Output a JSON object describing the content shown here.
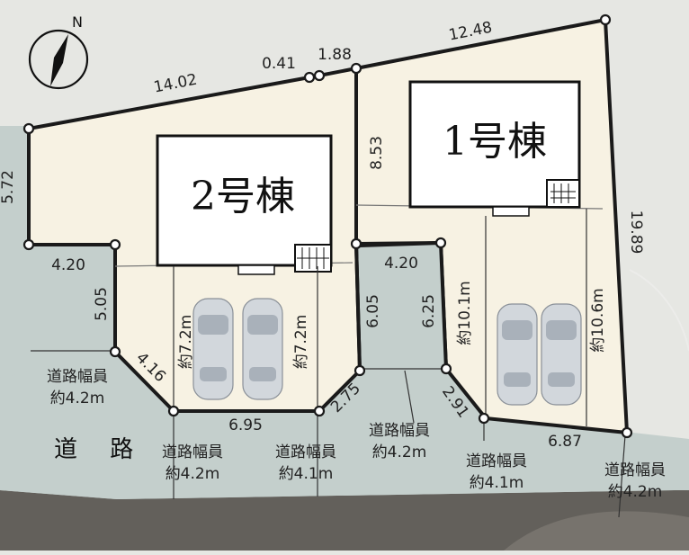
{
  "compass": {
    "label": "N"
  },
  "buildings": [
    {
      "id": "1",
      "label": "1号棟"
    },
    {
      "id": "2",
      "label": "2号棟"
    }
  ],
  "road": {
    "label": "道 路"
  },
  "dimensions": [
    {
      "id": "left-side",
      "text": "5.72"
    },
    {
      "id": "top-left",
      "text": "14.02"
    },
    {
      "id": "top-small-1",
      "text": "0.41"
    },
    {
      "id": "top-small-2",
      "text": "1.88"
    },
    {
      "id": "top-right",
      "text": "12.48"
    },
    {
      "id": "right-side",
      "text": "19.89"
    },
    {
      "id": "center-depth",
      "text": "8.53"
    },
    {
      "id": "lot2-flag-width",
      "text": "4.20"
    },
    {
      "id": "lot2-flag-depth",
      "text": "5.05"
    },
    {
      "id": "lot2-corner",
      "text": "4.16"
    },
    {
      "id": "lot2-frontage",
      "text": "6.95"
    },
    {
      "id": "lot2-chamfer",
      "text": "2.75"
    },
    {
      "id": "lot1-flag-width",
      "text": "4.20"
    },
    {
      "id": "lot1-flag-left",
      "text": "6.05"
    },
    {
      "id": "lot1-flag-right",
      "text": "6.25"
    },
    {
      "id": "lot1-chamfer",
      "text": "2.91"
    },
    {
      "id": "lot1-frontage",
      "text": "6.87"
    }
  ],
  "depth_notes": [
    {
      "id": "lot2-depth-a",
      "text": "約7.2m"
    },
    {
      "id": "lot2-depth-b",
      "text": "約7.2m"
    },
    {
      "id": "lot1-depth-a",
      "text": "約10.1m"
    },
    {
      "id": "lot1-depth-b",
      "text": "約10.6m"
    }
  ],
  "road_widths": [
    {
      "id": "rw-1",
      "line1": "道路幅員",
      "line2": "約4.2m"
    },
    {
      "id": "rw-2",
      "line1": "道路幅員",
      "line2": "約4.2m"
    },
    {
      "id": "rw-3",
      "line1": "道路幅員",
      "line2": "約4.1m"
    },
    {
      "id": "rw-4",
      "line1": "道路幅員",
      "line2": "約4.2m"
    },
    {
      "id": "rw-5",
      "line1": "道路幅員",
      "line2": "約4.1m"
    },
    {
      "id": "rw-6",
      "line1": "道路幅員",
      "line2": "約4.2m"
    }
  ],
  "colors": {
    "lot_fill": "#f7f2e3",
    "road_fill": "#c4cfcc",
    "outline": "#1a1a1a"
  }
}
